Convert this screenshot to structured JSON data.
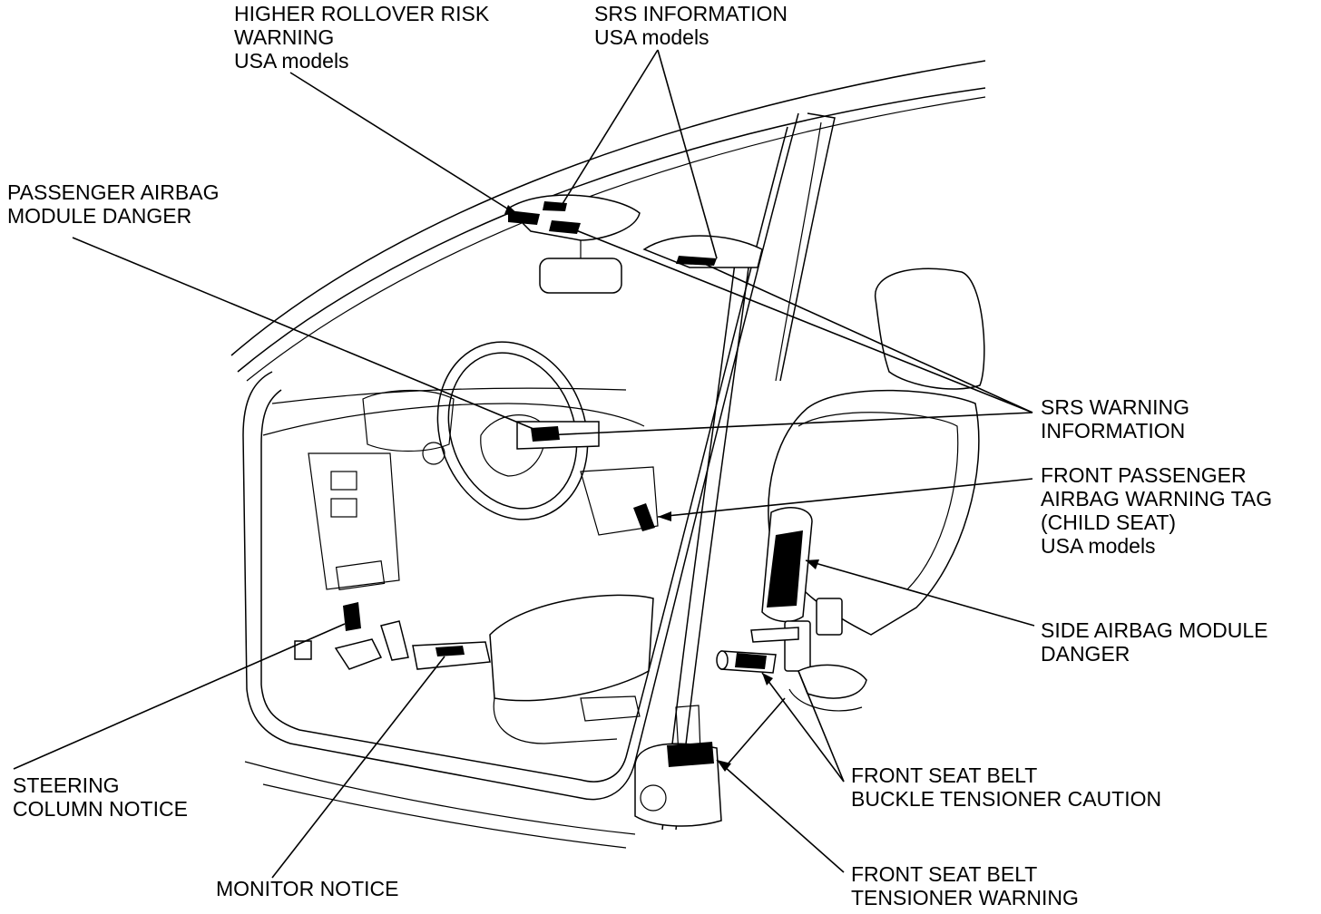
{
  "labels": {
    "rollover": {
      "line1": "HIGHER ROLLOVER RISK",
      "line2": "WARNING",
      "line3": "USA models"
    },
    "srs_info": {
      "line1": "SRS INFORMATION",
      "line2": "USA models"
    },
    "passenger_airbag": {
      "line1": "PASSENGER AIRBAG",
      "line2": "MODULE DANGER"
    },
    "srs_warning": {
      "line1": "SRS WARNING",
      "line2": "INFORMATION"
    },
    "front_passenger_tag": {
      "line1": "FRONT PASSENGER",
      "line2": "AIRBAG WARNING TAG",
      "line3": "(CHILD SEAT)",
      "line4": "USA models"
    },
    "side_airbag": {
      "line1": "SIDE AIRBAG MODULE",
      "line2": "DANGER"
    },
    "buckle_tensioner": {
      "line1": "FRONT SEAT BELT",
      "line2": "BUCKLE TENSIONER CAUTION"
    },
    "steering_column": {
      "line1": "STEERING",
      "line2": "COLUMN NOTICE"
    },
    "monitor_notice": {
      "line1": "MONITOR NOTICE"
    },
    "belt_tensioner": {
      "line1": "FRONT SEAT BELT",
      "line2": "TENSIONER WARNING"
    }
  }
}
